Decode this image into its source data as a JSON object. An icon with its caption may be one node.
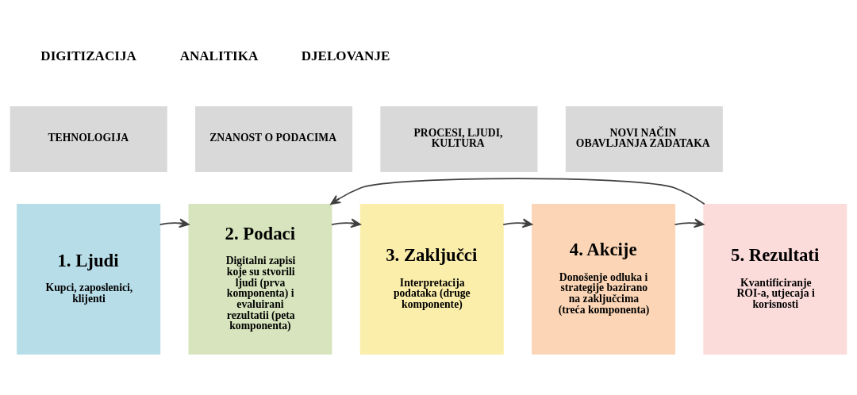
{
  "diagram": {
    "nodes": [
      {
        "text": [
          "TEHNOLOGIJA"
        ]
      },
      {
        "text": [
          "ZNANOST O PODACIMA"
        ]
      },
      {
        "text": [
          "PROCESI, LJUDI, KULTURA"
        ]
      },
      {
        "text": [
          "NOVI NAČIN OBAVLJANJA ZADATAKA"
        ]
      },
      {
        "text": [
          "1. Ljudi",
          "Kupci, zaposlenici, klijenti"
        ]
      },
      {
        "text": [
          "2. Podaci",
          "Digitalni zapisi koje su stvorili ljudi (prva komponenta) i evaluirani rezultatii (peta komponenta)"
        ]
      },
      {
        "text": [
          "3. Zaključci",
          "Interpretacija podataka (druge komponente)"
        ]
      },
      {
        "text": [
          "4. Akcije",
          "Donošenje odluka i strategije bazirano na zaključcima (treća komponenta)"
        ]
      },
      {
        "text": [
          "5. Rezultati",
          "Kvantificiranje ROI-a, utjecaja i korisnosti"
        ]
      }
    ],
    "edges": [
      {
        "from": 4,
        "to": 5,
        "arrow": "to"
      },
      {
        "from": 5,
        "to": 6,
        "arrow": "to"
      },
      {
        "from": 6,
        "to": 7,
        "arrow": "to"
      },
      {
        "from": 7,
        "to": 8,
        "arrow": "to"
      },
      {
        "from": 8,
        "to": 5,
        "arrow": "to"
      }
    ],
    "labels": [
      "DIGITIZACIJA",
      "ANALITIKA",
      "DJELOVANJE"
    ]
  }
}
